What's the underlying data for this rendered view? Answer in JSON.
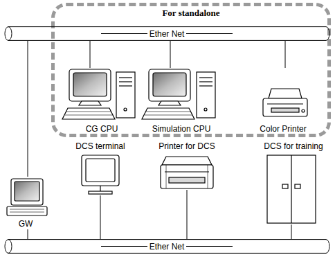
{
  "diagram": {
    "nodes": [
      {
        "text": [
          "For standalone"
        ]
      },
      {
        "text": [
          "Ether Net"
        ]
      },
      {
        "text": [
          "CG CPU"
        ],
        "in": 0
      },
      {
        "text": [
          "Simulation CPU"
        ],
        "in": 0
      },
      {
        "text": [
          "Color Printer"
        ],
        "in": 0
      },
      {
        "text": [
          "GW"
        ]
      },
      {
        "text": [
          "DCS terminal"
        ]
      },
      {
        "text": [
          "Printer for DCS"
        ]
      },
      {
        "text": [
          "DCS for training"
        ]
      },
      {
        "text": [
          "Ether Net"
        ]
      }
    ],
    "edges": [
      {
        "from": 2,
        "to": 1,
        "arrow": "none"
      },
      {
        "from": 3,
        "to": 1,
        "arrow": "none"
      },
      {
        "from": 4,
        "to": 1,
        "arrow": "none"
      },
      {
        "from": 5,
        "to": 1,
        "arrow": "none"
      },
      {
        "from": 5,
        "to": 9,
        "arrow": "none"
      },
      {
        "from": 6,
        "to": 9,
        "arrow": "none"
      },
      {
        "from": 7,
        "to": 9,
        "arrow": "none"
      },
      {
        "from": 8,
        "to": 9,
        "arrow": "none"
      }
    ]
  }
}
